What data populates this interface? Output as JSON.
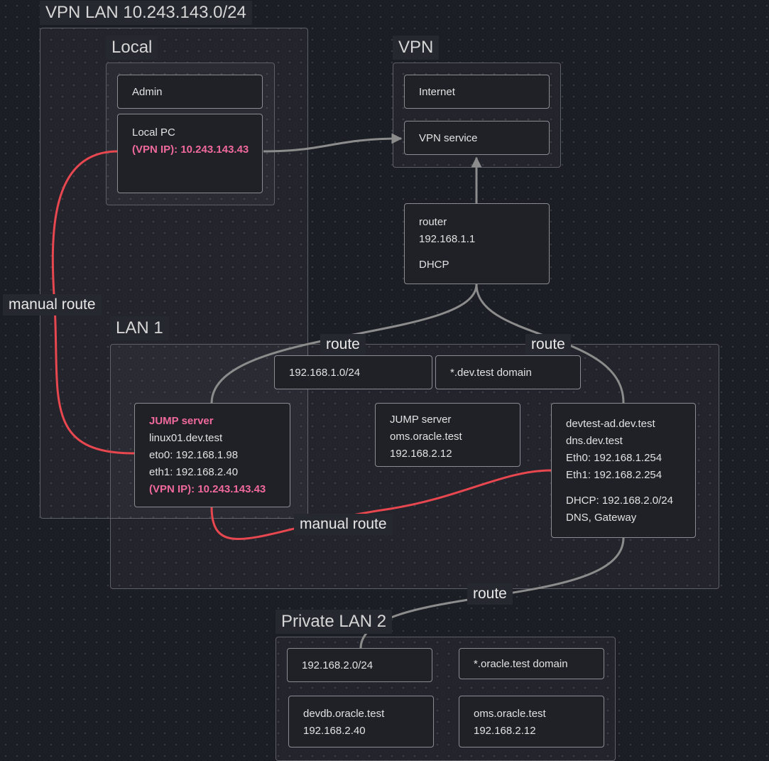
{
  "groups": {
    "vpn_lan": "VPN LAN 10.243.143.0/24",
    "local": "Local",
    "vpn": "VPN",
    "lan1": "LAN 1",
    "private_lan2": "Private LAN 2"
  },
  "nodes": {
    "admin": [
      "Admin"
    ],
    "local_pc": [
      "Local PC",
      "(VPN IP): 10.243.143.43"
    ],
    "internet": [
      "Internet"
    ],
    "vpn_service": [
      "VPN service"
    ],
    "router": [
      "router",
      "192.168.1.1",
      "DHCP"
    ],
    "lan1_subnet": [
      "192.168.1.0/24"
    ],
    "lan1_domain": [
      "*.dev.test domain"
    ],
    "jump_linux": [
      "JUMP server",
      "linux01.dev.test",
      "eto0: 192.168.1.98",
      "eth1: 192.168.2.40",
      "(VPN IP): 10.243.143.43"
    ],
    "jump_oms": [
      "JUMP server",
      "oms.oracle.test",
      "192.168.2.12"
    ],
    "devtest_ad": [
      "devtest-ad.dev.test",
      "dns.dev.test",
      "Eth0: 192.168.1.254",
      "Eth1: 192.168.2.254",
      "DHCP: 192.168.2.0/24",
      "DNS, Gateway"
    ],
    "lan2_subnet": [
      "192.168.2.0/24"
    ],
    "lan2_domain": [
      "*.oracle.test domain"
    ],
    "devdb": [
      "devdb.oracle.test",
      "192.168.2.40"
    ],
    "oms": [
      "oms.oracle.test",
      "192.168.2.12"
    ]
  },
  "edge_labels": {
    "manual_route_left": "manual route",
    "route_left": "route",
    "route_right": "route",
    "manual_route_center": "manual route",
    "route_bottom": "route"
  },
  "colors": {
    "manual_route": "#e8474f",
    "route": "#8c8c8c",
    "highlight_text": "#f0699c"
  }
}
